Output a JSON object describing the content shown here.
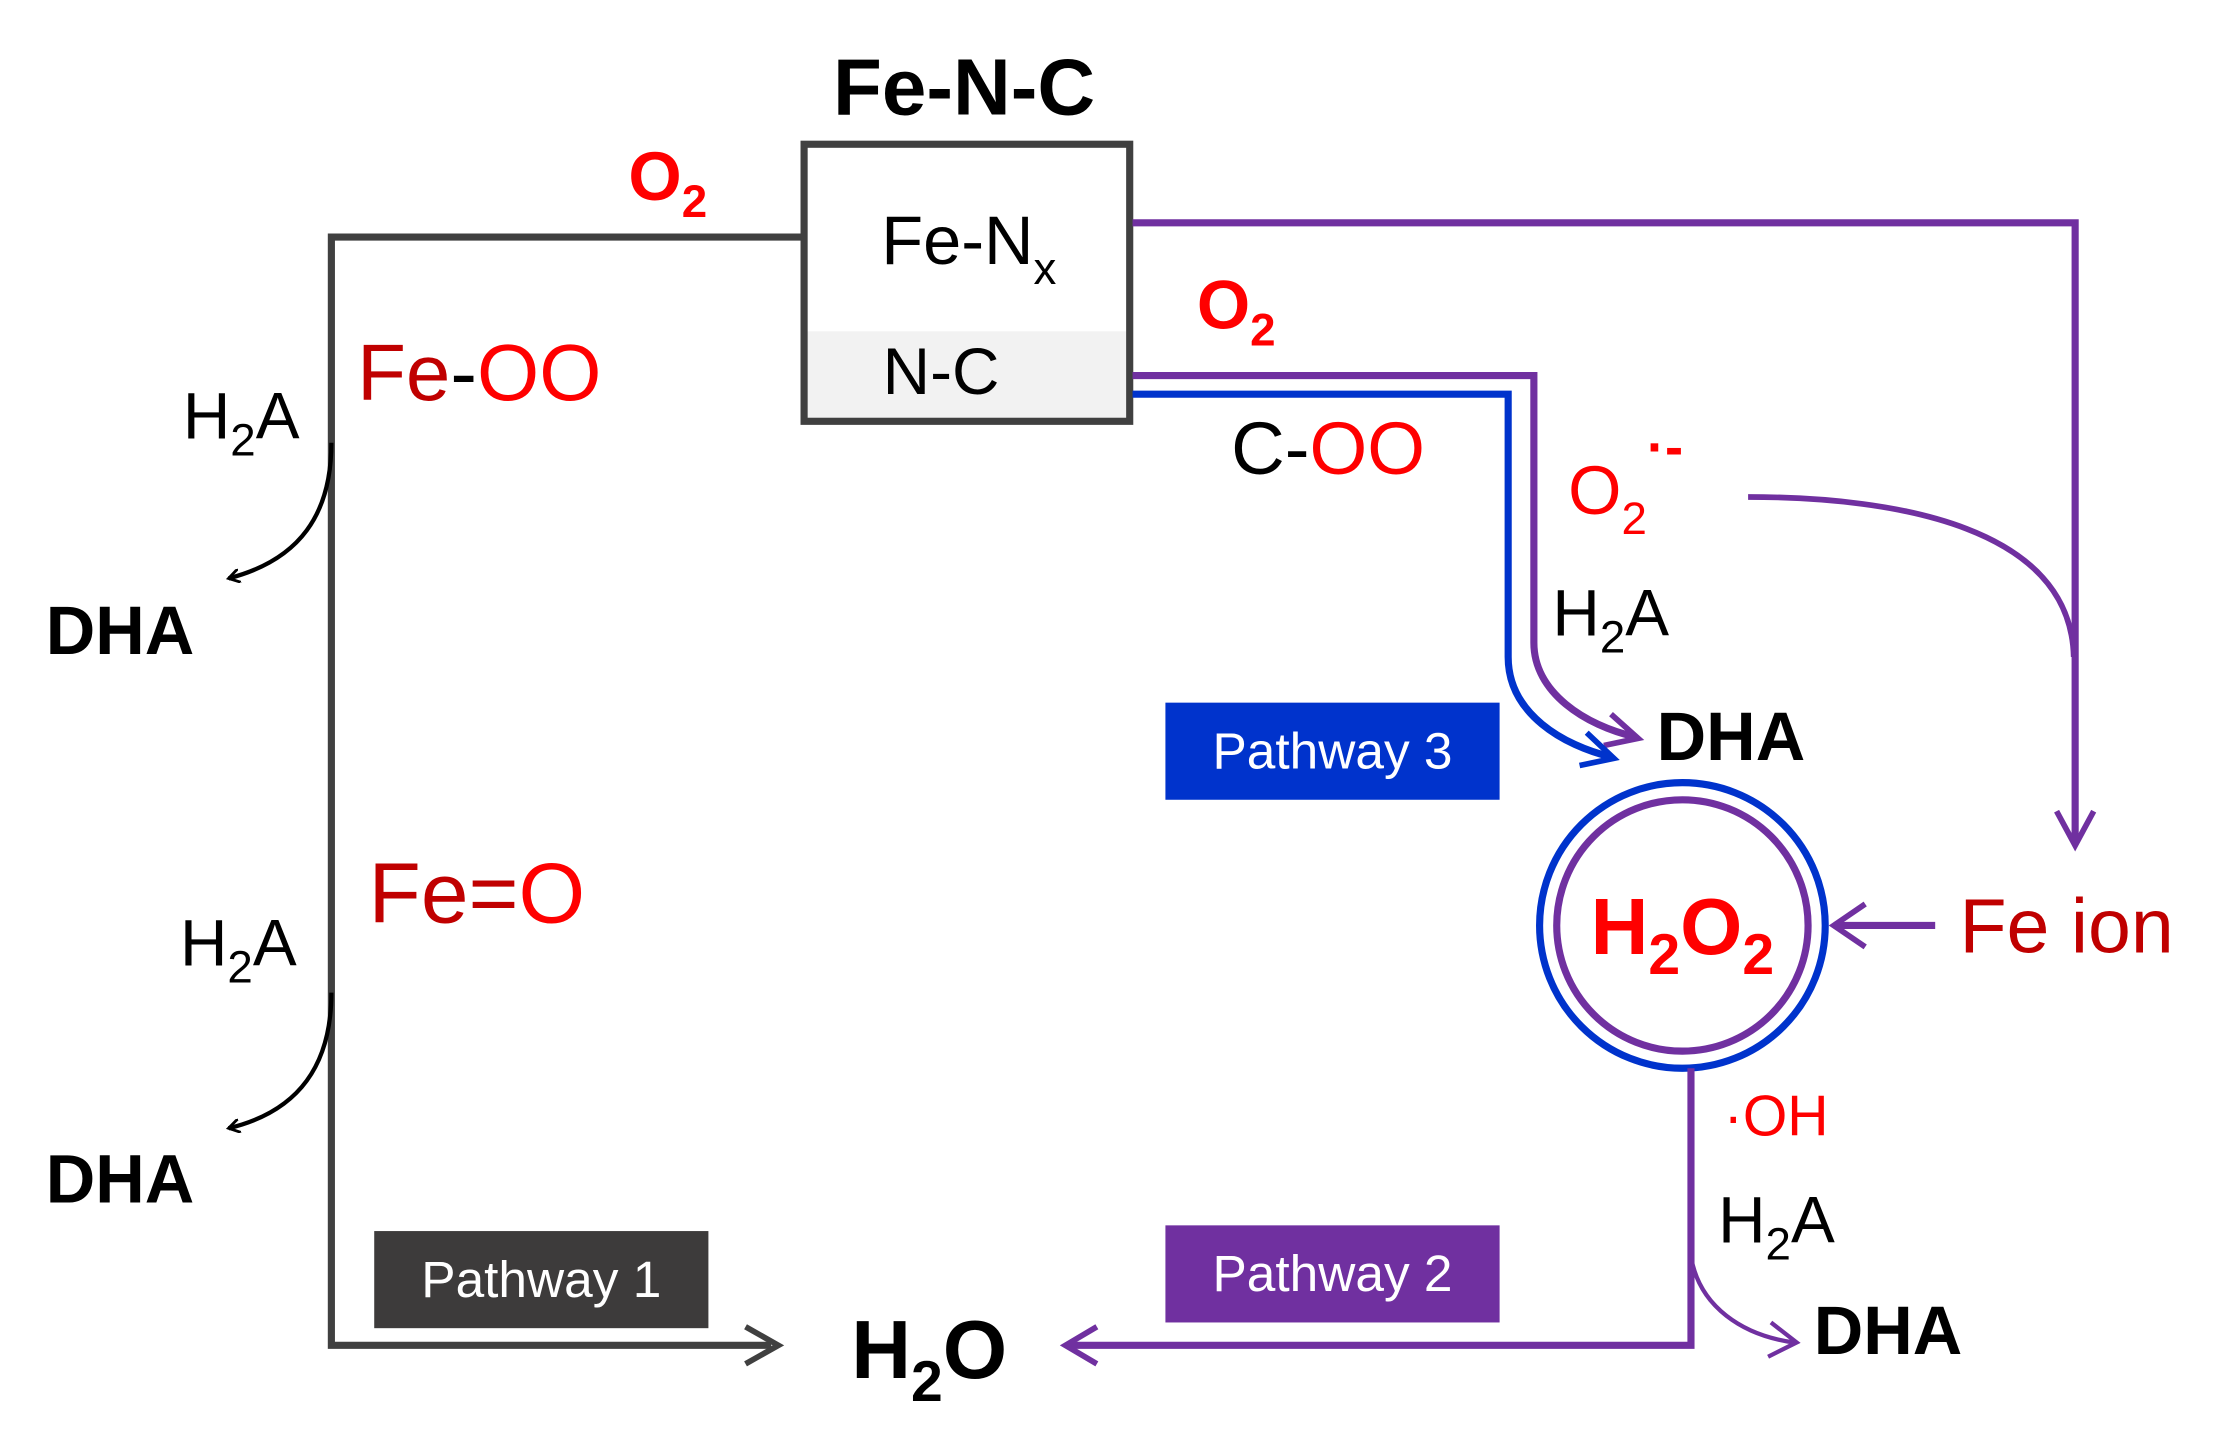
{
  "title": "Fe-N-C",
  "colors": {
    "pathway1": "#3d3b3b",
    "pathway2": "#7030a0",
    "pathway3": "#0033cc",
    "red": "#ff0000",
    "darkred": "#c00000",
    "black": "#000000"
  },
  "catalyst_box": {
    "top": "Fe-N",
    "top_sub": "x",
    "bottom": "N-C"
  },
  "o2_label": {
    "main": "O",
    "sub": "2"
  },
  "pathway1": {
    "label": "Pathway 1",
    "intermediate1": {
      "fe": "Fe",
      "dash": "-",
      "oo": "OO"
    },
    "intermediate2": {
      "fe": "Fe",
      "eq": "=",
      "o": "O"
    },
    "reductant": {
      "h": "H",
      "sub": "2",
      "a": "A"
    },
    "product": "DHA"
  },
  "pathway3": {
    "label": "Pathway 3",
    "intermediate": {
      "c": "C-",
      "oo": "OO"
    },
    "product": "DHA"
  },
  "pathway2": {
    "label": "Pathway 2",
    "superoxide": {
      "main": "O",
      "sub": "2",
      "sup": "·-"
    },
    "fe_ion": "Fe ion",
    "oh": "·OH",
    "product": "DHA"
  },
  "h2o2": {
    "h": "H",
    "s1": "2",
    "o": "O",
    "s2": "2"
  },
  "h2o": {
    "h": "H",
    "sub": "2",
    "o": "O"
  },
  "reductant": {
    "h": "H",
    "sub": "2",
    "a": "A"
  }
}
